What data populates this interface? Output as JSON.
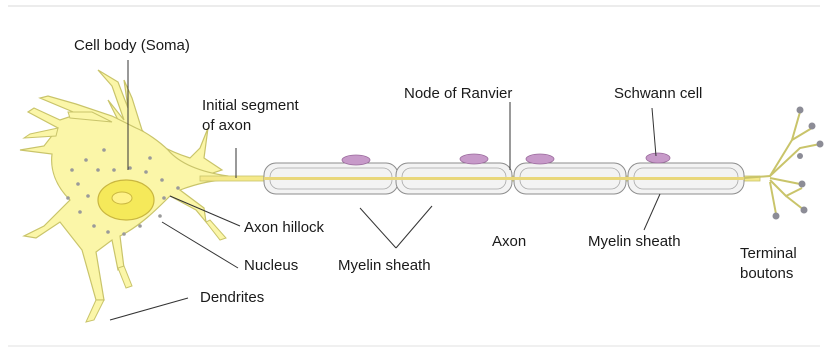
{
  "labels": {
    "cell_body": "Cell body (Soma)",
    "initial_segment_line1": "Initial segment",
    "initial_segment_line2": "of axon",
    "node_of_ranvier": "Node of Ranvier",
    "schwann_cell": "Schwann cell",
    "axon_hillock": "Axon hillock",
    "nucleus": "Nucleus",
    "dendrites": "Dendrites",
    "myelin_sheath_left": "Myelin sheath",
    "axon": "Axon",
    "myelin_sheath_right": "Myelin sheath",
    "terminal_line1": "Terminal",
    "terminal_line2": "boutons"
  },
  "colors": {
    "cell_fill": "#fbf6a8",
    "cell_stroke": "#c9c46a",
    "axon_core": "#e9d77a",
    "myelin_fill": "#f3f3f3",
    "myelin_stroke": "#8c8c8c",
    "schwann_nucleus": "#c79ac9",
    "nucleolus": "#fff28a",
    "dots": "#9a9a9a",
    "bouton": "#8c8c96",
    "leader": "#333333"
  }
}
